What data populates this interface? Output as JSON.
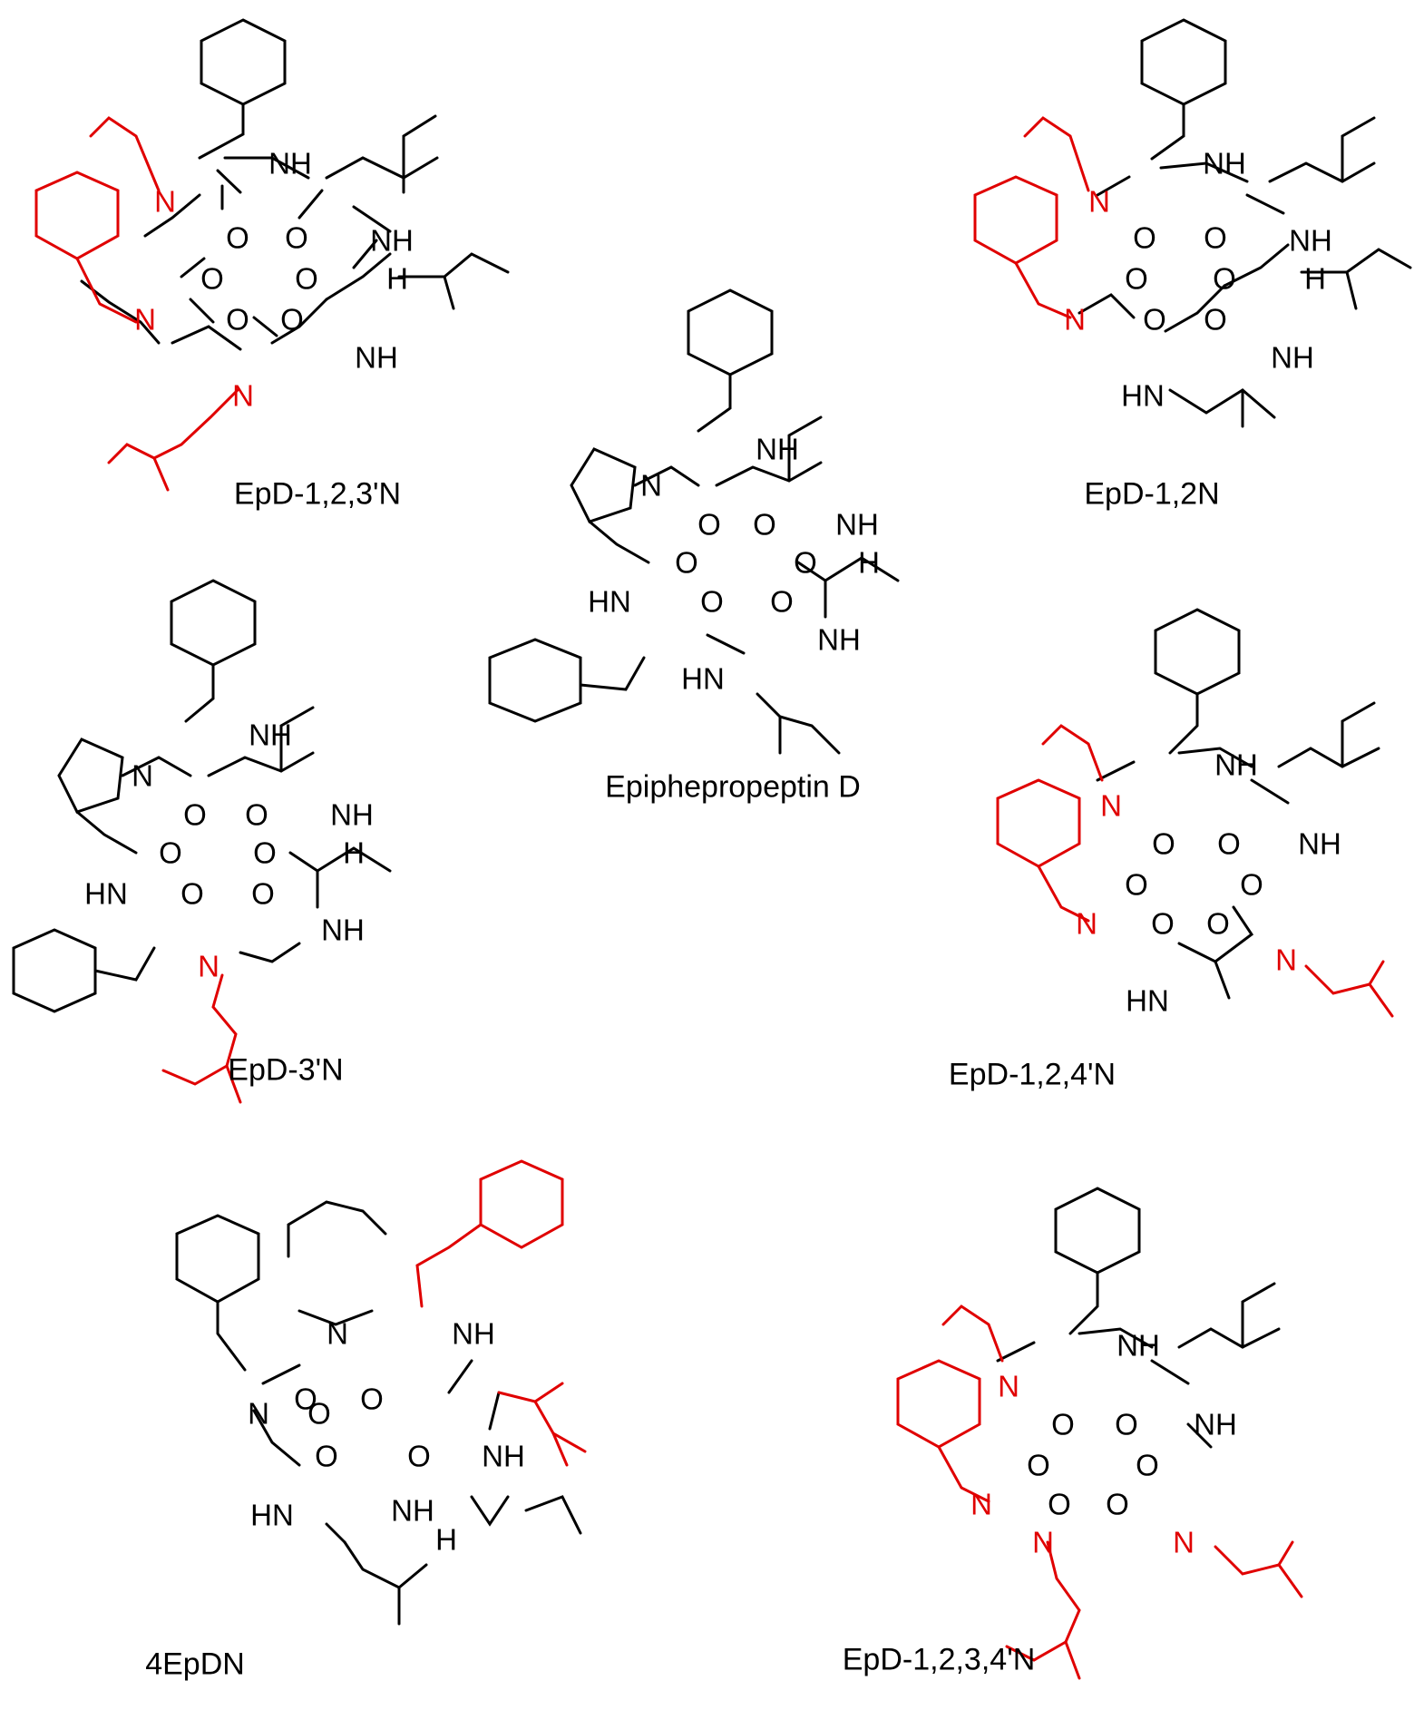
{
  "colors": {
    "base": "#000000",
    "highlight": "#e00000"
  },
  "compounds": {
    "epd_123": {
      "name": "EpD-1,2,3'N"
    },
    "epd_12": {
      "name": "EpD-1,2N"
    },
    "epd": {
      "name": "Epiphepropeptin D"
    },
    "epd_3": {
      "name": "EpD-3'N"
    },
    "epd_124": {
      "name": "EpD-1,2,4'N"
    },
    "epd4": {
      "name": "4EpDN"
    },
    "epd_1234": {
      "name": "EpD-1,2,3,4'N"
    }
  },
  "atoms": {
    "nh": "NH",
    "hn": "HN",
    "n": "N",
    "o": "O",
    "h": "H"
  }
}
